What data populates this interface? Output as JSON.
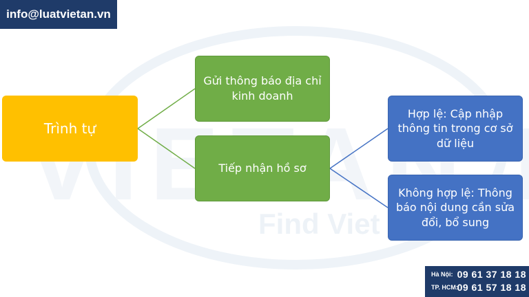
{
  "header": {
    "email": "info@luatvietan.vn"
  },
  "watermark": {
    "text": "VIETAN LAW",
    "slogan": "Find Viet An Law"
  },
  "diagram": {
    "root": {
      "label": "Trình tự"
    },
    "steps": [
      {
        "label": "Gửi thông báo địa chỉ\nkinh doanh"
      },
      {
        "label": "Tiếp nhận hồ sơ"
      }
    ],
    "outcomes": [
      {
        "label": "Hợp lệ: Cập nhập\nthông tin trong cơ sở\ndữ liệu"
      },
      {
        "label": "Không hợp lệ: Thông\nbáo nội dung cần sửa\nđổi, bổ sung"
      }
    ]
  },
  "hotline": [
    {
      "city": "Hà Nội:",
      "number": "09 61 37 18 18"
    },
    {
      "city": "TP. HCM:",
      "number": "09 61 57 18 18"
    }
  ],
  "colors": {
    "root_fill": "#ffc000",
    "step_fill": "#70ad47",
    "outcome_fill": "#4472c4",
    "brand_navy": "#1f3b69",
    "connector_green": "#70ad47",
    "connector_blue": "#4472c4"
  }
}
